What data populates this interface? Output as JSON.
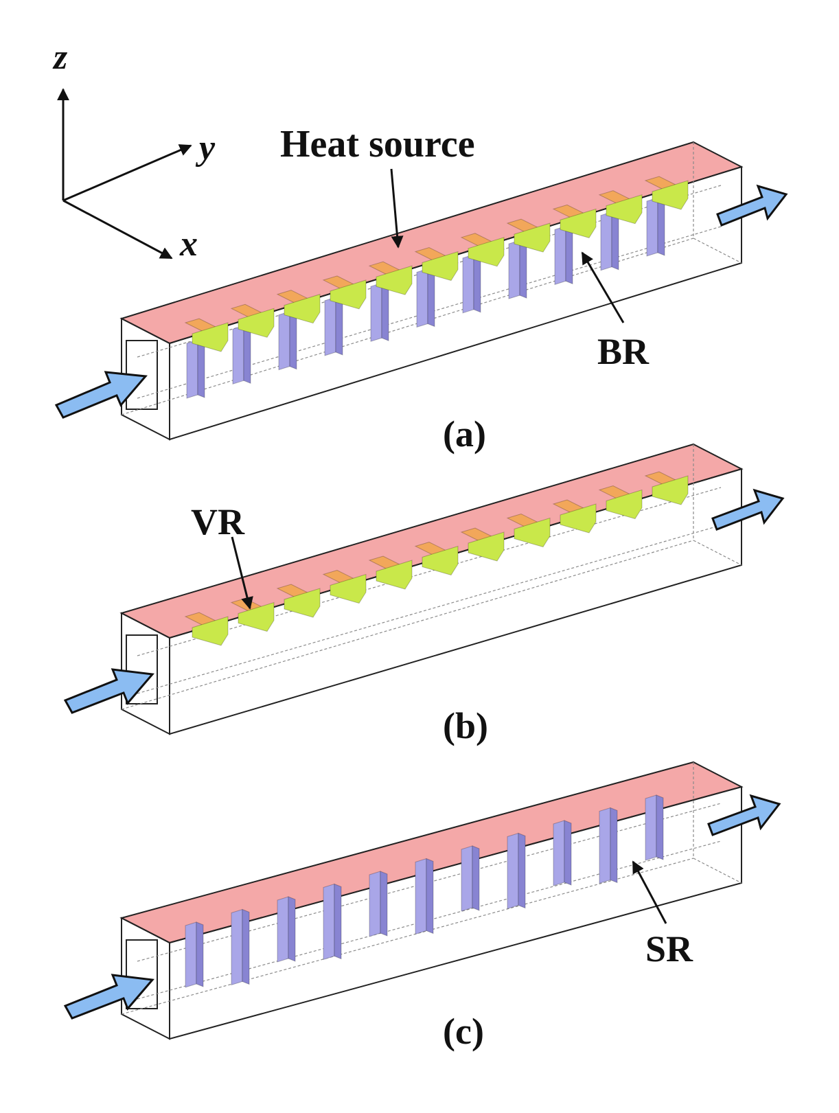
{
  "axes": {
    "z": "z",
    "y": "y",
    "x": "x"
  },
  "labels": {
    "heat_source": "Heat source",
    "br": "BR",
    "vr": "VR",
    "sr": "SR",
    "panel_a": "(a)",
    "panel_b": "(b)",
    "panel_c": "(c)"
  },
  "colors": {
    "heat_source": "#f4a8a8",
    "heat_source_edge": "#e98a8a",
    "rib_horizontal_top": "#f2a75a",
    "rib_horizontal_face": "#c9e84a",
    "rib_vertical": "#a9a6e8",
    "rib_vertical_dark": "#8884d2",
    "flow_arrow": "#8bbcf2",
    "outline": "#222222"
  },
  "icons": [
    "inlet-flow-arrow-icon",
    "outlet-flow-arrow-icon",
    "pointer-arrow-icon"
  ]
}
